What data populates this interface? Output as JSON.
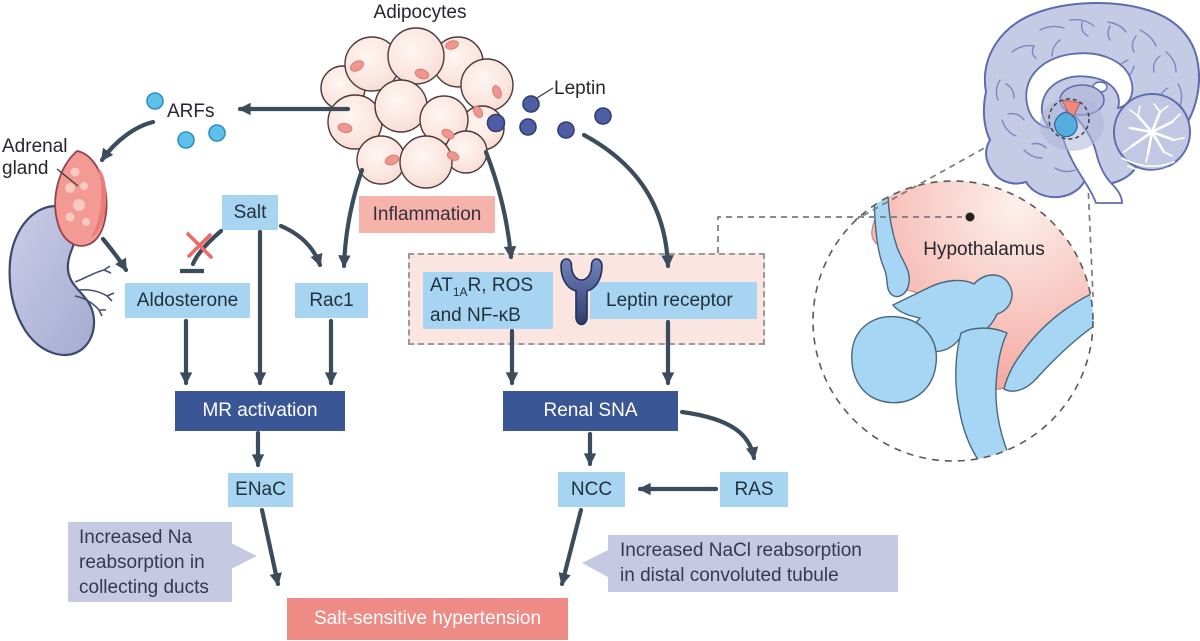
{
  "labels": {
    "adipocytes": "Adipocytes",
    "leptin": "Leptin",
    "arfs": "ARFs",
    "adrenal_gland": [
      "Adrenal",
      "gland"
    ],
    "hypothalamus": "Hypothalamus"
  },
  "nodes": {
    "salt": "Salt",
    "inflammation": "Inflammation",
    "aldosterone": "Aldosterone",
    "rac1": "Rac1",
    "at1ar_pre": "AT",
    "at1ar_sub": "1A",
    "at1ar_post": "R, ROS",
    "at1ar_line2": "and NF-κB",
    "leptin_receptor": "Leptin receptor",
    "mr_activation": "MR activation",
    "renal_sna": "Renal SNA",
    "enac": "ENaC",
    "ncc": "NCC",
    "ras": "RAS",
    "hypertension": "Salt-sensitive hypertension"
  },
  "callouts": {
    "na": [
      "Increased Na",
      "reabsorption in",
      "collecting ducts"
    ],
    "nacl": [
      "Increased NaCl reabsorption",
      "in distal convoluted tubule"
    ]
  },
  "colors": {
    "light_blue_box": "#a7d4f1",
    "dark_blue_box": "#3a5694",
    "salmon_box": "#f5b3ac",
    "red_box": "#ee8b85",
    "lavender_callout": "#c6c9e2",
    "pink_panel": "#fbe5e1",
    "arrow": "#3b4d5c",
    "arf_dot": "#5ec1ec",
    "leptin_dot": "#4e5ea4",
    "inhibition_x": "#ee6a64"
  }
}
